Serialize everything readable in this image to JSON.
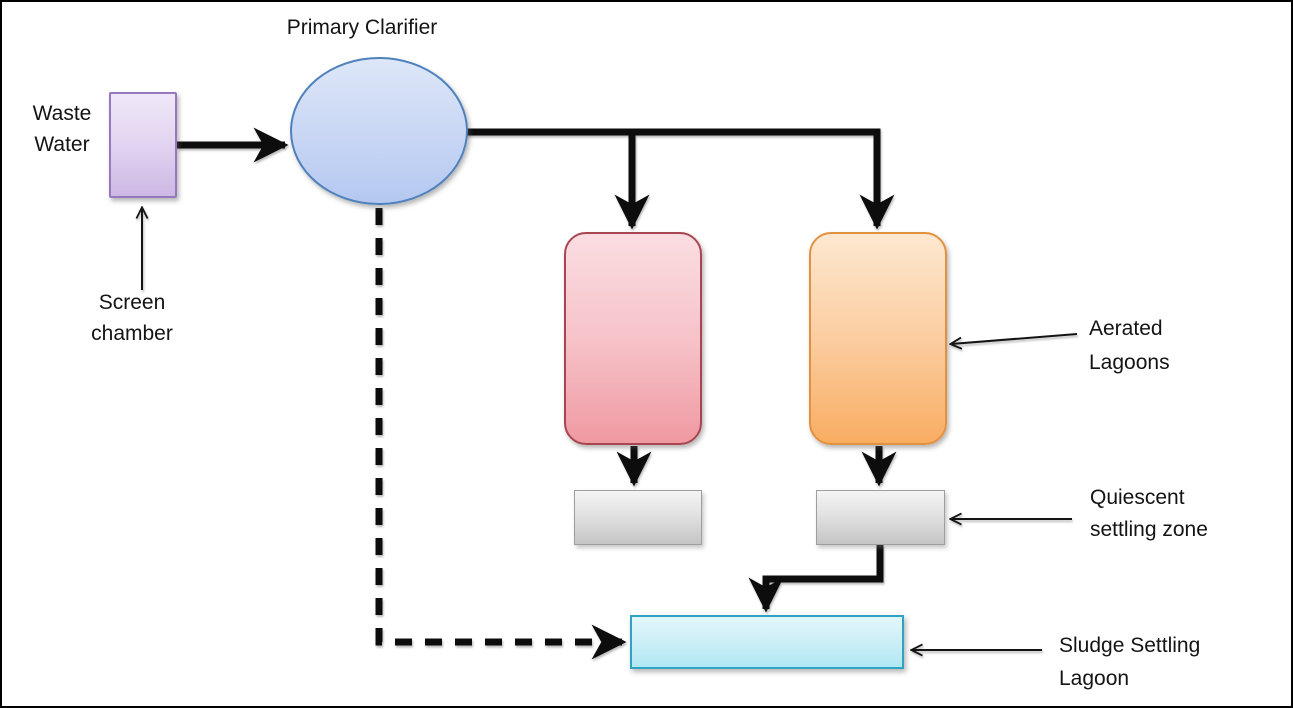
{
  "diagram": {
    "title": "Primary Clarifier",
    "type": "process-flow-diagram",
    "labels": {
      "primary_clarifier": "Primary Clarifier",
      "waste_water": [
        "Waste",
        "Water"
      ],
      "screen_chamber": [
        "Screen",
        "chamber"
      ],
      "aerated_lagoons": [
        "Aerated",
        "Lagoons"
      ],
      "quiescent_settling_zone": [
        "Quiescent",
        "settling zone"
      ],
      "sludge_settling_lagoon": [
        "Sludge Settling",
        "Lagoon"
      ]
    },
    "nodes": [
      {
        "id": "screen-chamber-box",
        "shape": "rectangle",
        "label_ref": "waste_water / screen chamber",
        "fill_top": "#efe8f8",
        "fill_bottom": "#cdb8e4",
        "border": "#9579ba"
      },
      {
        "id": "primary-clarifier",
        "shape": "ellipse",
        "label_ref": "primary_clarifier",
        "fill_top": "#dde7f8",
        "fill_bottom": "#b4c8f0",
        "border": "#4f81bd"
      },
      {
        "id": "aerated-lagoon-left",
        "shape": "rounded-rectangle",
        "label_ref": "aerated_lagoons",
        "fill_top": "#fadde1",
        "fill_bottom": "#f099a2",
        "border": "#a84550"
      },
      {
        "id": "aerated-lagoon-right",
        "shape": "rounded-rectangle",
        "label_ref": "aerated_lagoons",
        "fill_top": "#fde8d0",
        "fill_bottom": "#f9ad62",
        "border": "#e2913f"
      },
      {
        "id": "settling-zone-left",
        "shape": "rectangle",
        "label_ref": "quiescent_settling_zone",
        "fill_top": "#f4f4f4",
        "fill_bottom": "#c5c5c5",
        "border": "#9e9e9e"
      },
      {
        "id": "settling-zone-right",
        "shape": "rectangle",
        "label_ref": "quiescent_settling_zone",
        "fill_top": "#f4f4f4",
        "fill_bottom": "#c5c5c5",
        "border": "#9e9e9e"
      },
      {
        "id": "sludge-settling-lagoon",
        "shape": "rectangle",
        "label_ref": "sludge_settling_lagoon",
        "fill_top": "#e3f7fb",
        "fill_bottom": "#b1e8f3",
        "border": "#2ea4c2"
      }
    ],
    "connections": [
      {
        "from": "screen-chamber-label",
        "to": "screen-chamber-box",
        "style": "thin-solid-arrow"
      },
      {
        "from": "screen-chamber-box",
        "to": "primary-clarifier",
        "style": "thick-solid-arrow"
      },
      {
        "from": "primary-clarifier",
        "to": "aerated-lagoon-left",
        "style": "thick-solid-arrow"
      },
      {
        "from": "primary-clarifier",
        "to": "aerated-lagoon-right",
        "style": "thick-solid-arrow"
      },
      {
        "from": "aerated-lagoon-left",
        "to": "settling-zone-left",
        "style": "thick-solid-arrow"
      },
      {
        "from": "aerated-lagoon-right",
        "to": "settling-zone-right",
        "style": "thick-solid-arrow"
      },
      {
        "from": "settling-zone-right",
        "to": "sludge-settling-lagoon",
        "style": "thick-solid-arrow"
      },
      {
        "from": "primary-clarifier",
        "to": "sludge-settling-lagoon",
        "style": "thick-dashed-arrow"
      },
      {
        "from": "aerated-lagoons-label",
        "to": "aerated-lagoon-right",
        "style": "thin-solid-arrow"
      },
      {
        "from": "quiescent-label",
        "to": "settling-zone-right",
        "style": "thin-solid-arrow"
      },
      {
        "from": "sludge-label",
        "to": "sludge-settling-lagoon",
        "style": "thin-solid-arrow"
      }
    ],
    "colors": {
      "connector": "#0d0d0d",
      "text": "#141414",
      "background": "#ffffff",
      "canvas_border": "#000000"
    }
  }
}
